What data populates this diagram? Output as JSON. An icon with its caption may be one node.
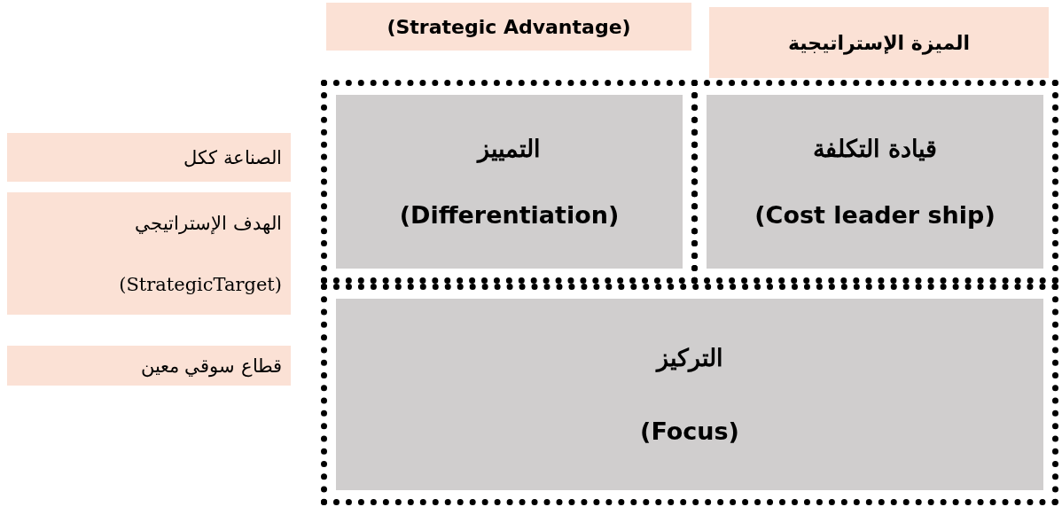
{
  "diagram": {
    "nodes": [
      {
        "text": [
          "(Strategic Advantage)"
        ]
      },
      {
        "text": [
          "الميزة الإستراتيجية"
        ]
      },
      {
        "text": [
          "الصناعة ككل"
        ]
      },
      {
        "text": [
          "الهدف الإستراتيجي",
          "(StrategicTarget)"
        ]
      },
      {
        "text": [
          "قطاع سوقي معين"
        ]
      },
      {
        "text": [
          "التمييز",
          "(Differentiation)"
        ]
      },
      {
        "text": [
          "قيادة التكلفة",
          "(Cost leader ship)"
        ]
      },
      {
        "text": [
          "التركيز",
          "(Focus)"
        ]
      }
    ]
  }
}
